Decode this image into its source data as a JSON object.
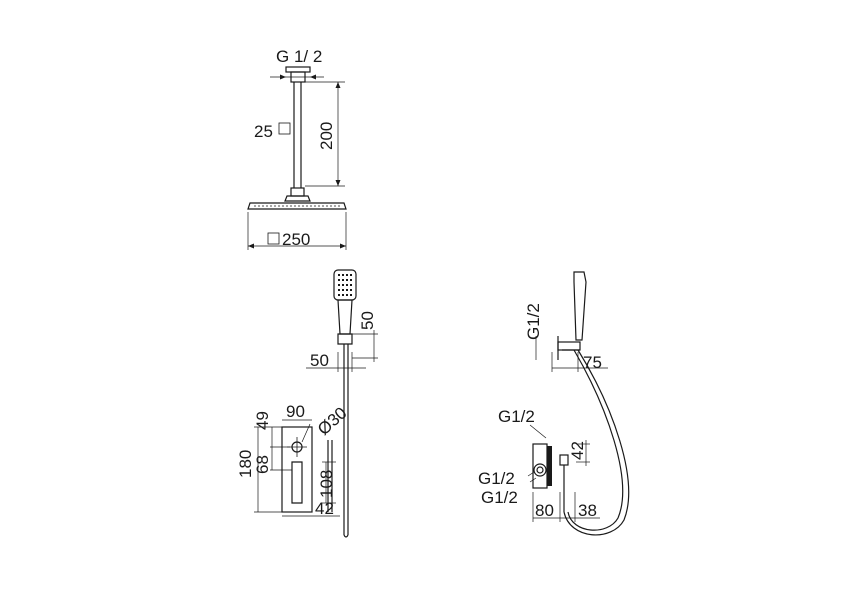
{
  "shower_head": {
    "thread": "G 1/ 2",
    "arm_size": "25",
    "arm_length": "200",
    "head_size": "250"
  },
  "front_view": {
    "hand_h": "50",
    "hand_w": "50",
    "box_top": "49",
    "box_w": "90",
    "knob_dia": "Ø30",
    "box_h": "180",
    "mid_h": "68",
    "lever_h": "108",
    "depth": "42"
  },
  "side_view": {
    "thread_top": "G1/2",
    "outlet_len": "75",
    "thread_mid": "G1/2",
    "offset": "42",
    "thread_low1": "G1/2",
    "thread_low2": "G1/2",
    "body_w": "80",
    "outlet_w": "38"
  }
}
